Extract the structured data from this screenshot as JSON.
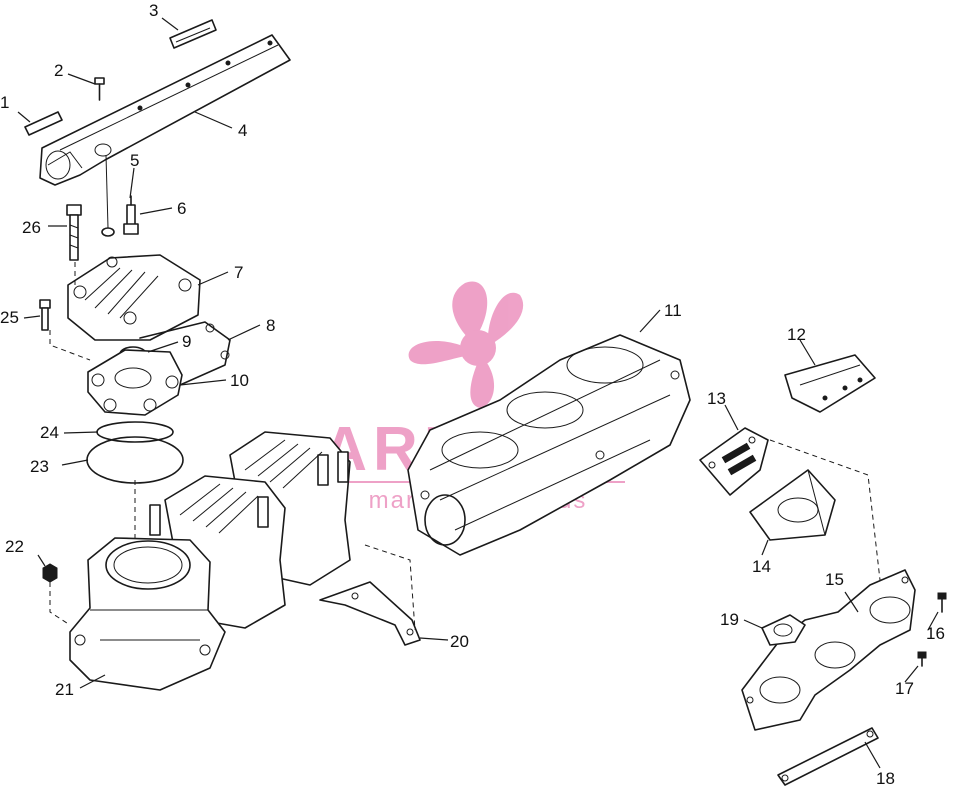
{
  "callouts": [
    "1",
    "2",
    "3",
    "4",
    "5",
    "6",
    "7",
    "8",
    "9",
    "10",
    "11",
    "12",
    "13",
    "14",
    "15",
    "16",
    "17",
    "18",
    "19",
    "20",
    "21",
    "22",
    "23",
    "24",
    "25",
    "26"
  ],
  "watermark": {
    "brand": "ARMADA",
    "tagline": "marine outboards",
    "color": "#e87ab0"
  },
  "colors": {
    "line": "#1a1a1a",
    "background": "#ffffff"
  }
}
